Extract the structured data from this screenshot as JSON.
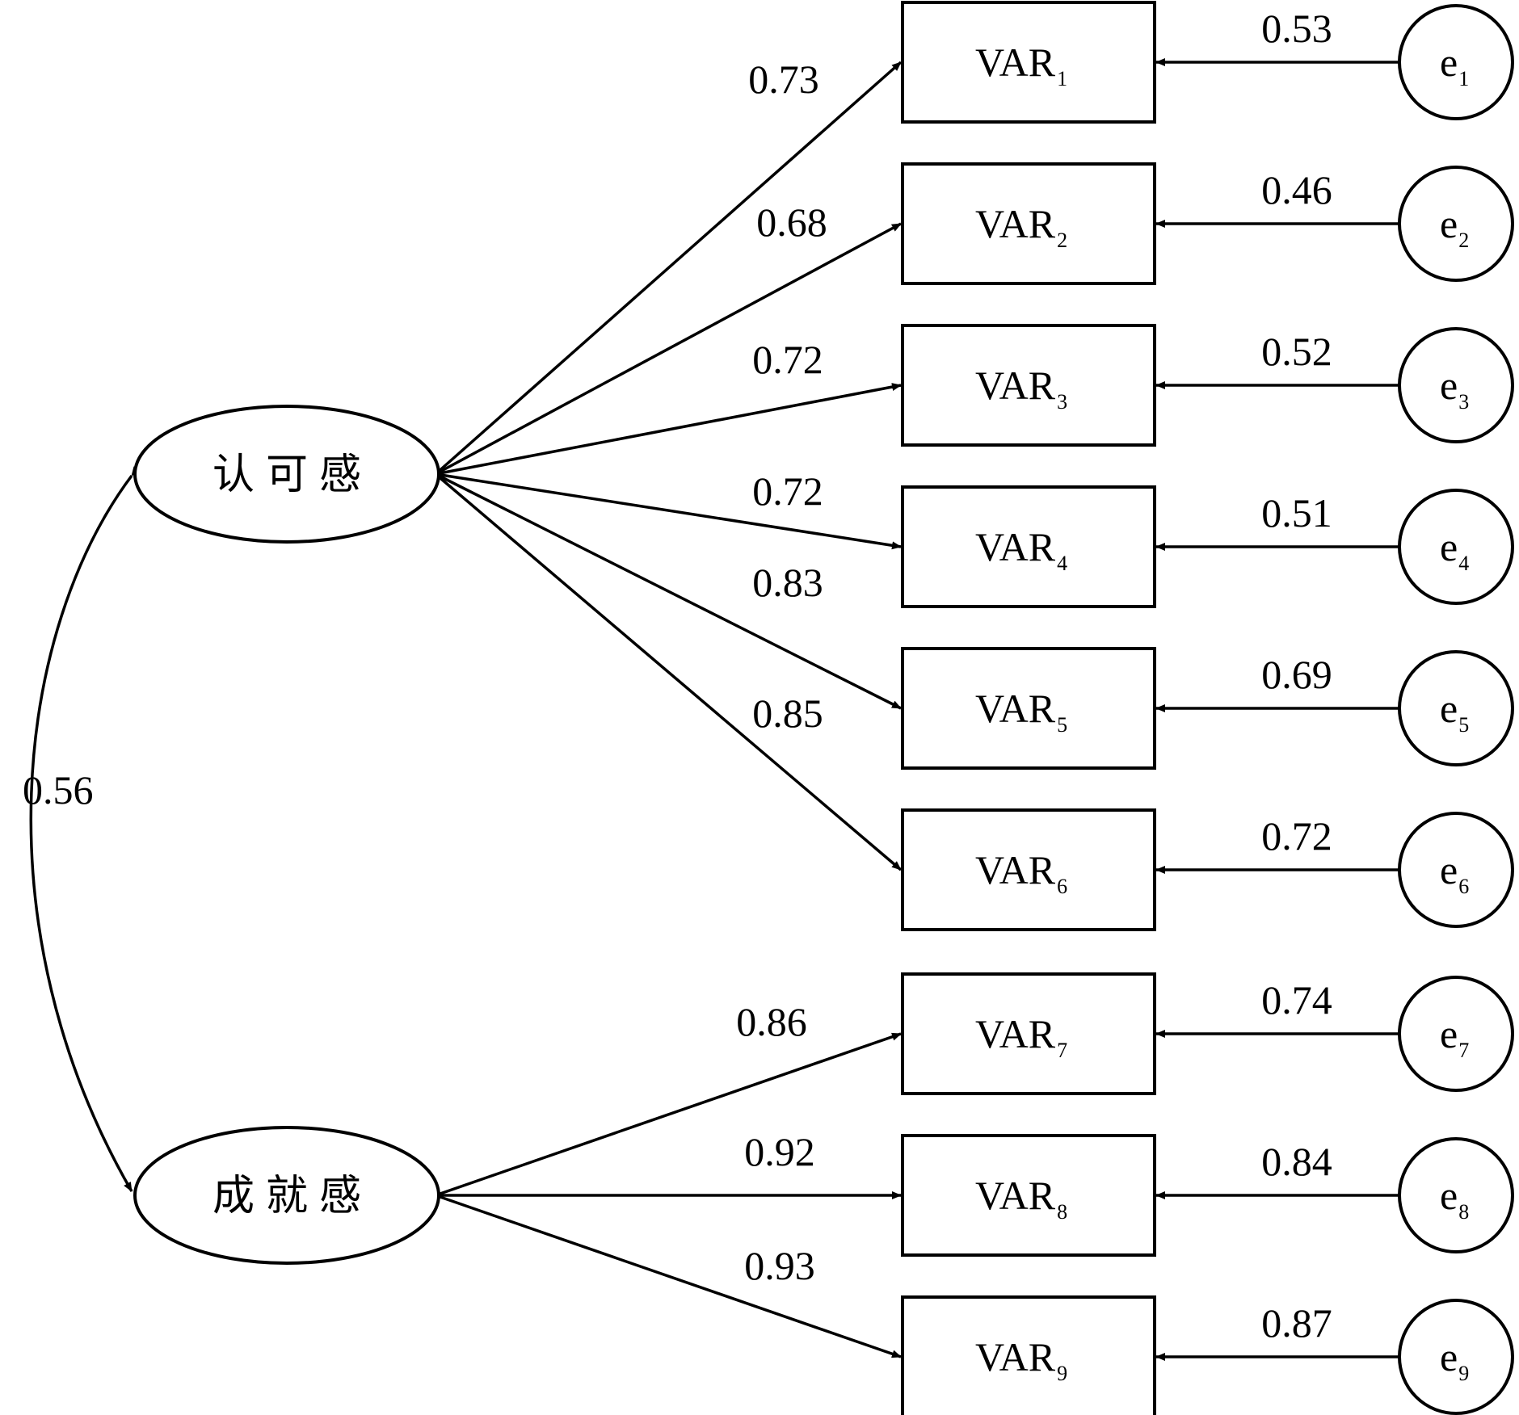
{
  "latent_factors": [
    {
      "id": "f1",
      "label": "认可感"
    },
    {
      "id": "f2",
      "label": "成就感"
    }
  ],
  "factor_correlation": "0.56",
  "indicators": [
    {
      "name": "VAR",
      "sub": "1",
      "factor": "f1",
      "loading": "0.73",
      "error": "e",
      "error_sub": "1",
      "error_value": "0.53"
    },
    {
      "name": "VAR",
      "sub": "2",
      "factor": "f1",
      "loading": "0.68",
      "error": "e",
      "error_sub": "2",
      "error_value": "0.46"
    },
    {
      "name": "VAR",
      "sub": "3",
      "factor": "f1",
      "loading": "0.72",
      "error": "e",
      "error_sub": "3",
      "error_value": "0.52"
    },
    {
      "name": "VAR",
      "sub": "4",
      "factor": "f1",
      "loading": "0.72",
      "error": "e",
      "error_sub": "4",
      "error_value": "0.51"
    },
    {
      "name": "VAR",
      "sub": "5",
      "factor": "f1",
      "loading": "0.83",
      "error": "e",
      "error_sub": "5",
      "error_value": "0.69"
    },
    {
      "name": "VAR",
      "sub": "6",
      "factor": "f1",
      "loading": "0.85",
      "error": "e",
      "error_sub": "6",
      "error_value": "0.72"
    },
    {
      "name": "VAR",
      "sub": "7",
      "factor": "f2",
      "loading": "0.86",
      "error": "e",
      "error_sub": "7",
      "error_value": "0.74"
    },
    {
      "name": "VAR",
      "sub": "8",
      "factor": "f2",
      "loading": "0.92",
      "error": "e",
      "error_sub": "8",
      "error_value": "0.84"
    },
    {
      "name": "VAR",
      "sub": "9",
      "factor": "f2",
      "loading": "0.93",
      "error": "e",
      "error_sub": "9",
      "error_value": "0.87"
    }
  ]
}
